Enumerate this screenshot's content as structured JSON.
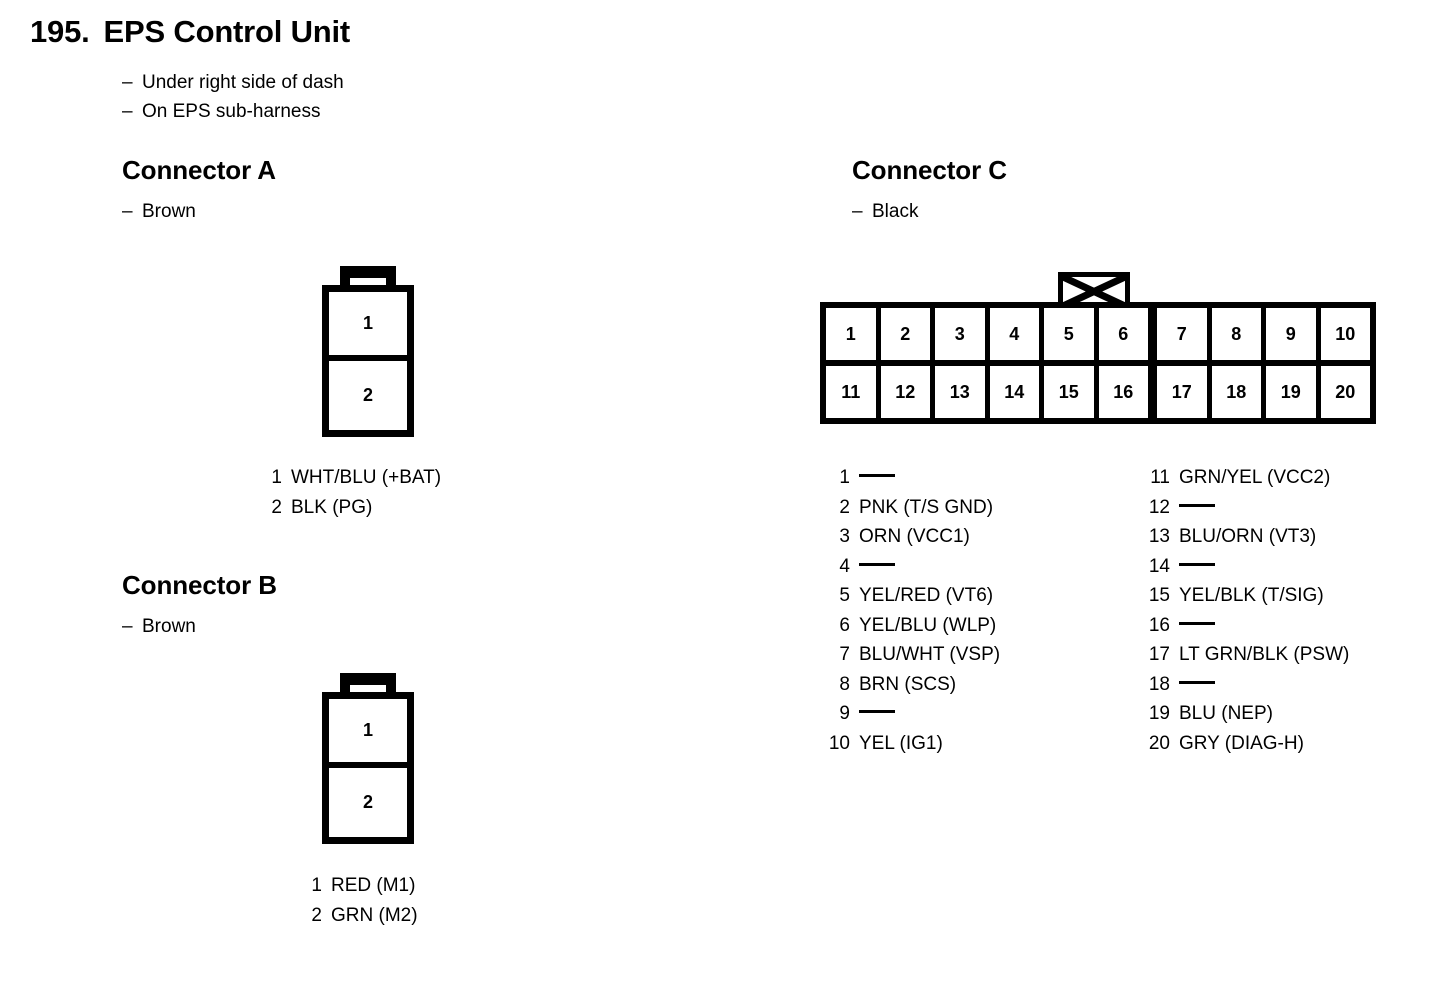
{
  "header": {
    "number": "195.",
    "title": "EPS Control Unit",
    "notes": [
      "Under right side of dash",
      "On EPS sub-harness"
    ],
    "dash": "–"
  },
  "connectors": [
    {
      "id": "a",
      "title": "Connector A",
      "color": "Brown",
      "cells": [
        "1",
        "2"
      ],
      "pins": [
        {
          "num": "1",
          "desc": "WHT/BLU (+BAT)"
        },
        {
          "num": "2",
          "desc": "BLK (PG)"
        }
      ]
    },
    {
      "id": "b",
      "title": "Connector B",
      "color": "Brown",
      "cells": [
        "1",
        "2"
      ],
      "pins": [
        {
          "num": "1",
          "desc": "RED (M1)"
        },
        {
          "num": "2",
          "desc": "GRN (M2)"
        }
      ]
    },
    {
      "id": "c",
      "title": "Connector C",
      "color": "Black",
      "cells_top": [
        "1",
        "2",
        "3",
        "4",
        "5",
        "6",
        "7",
        "8",
        "9",
        "10"
      ],
      "cells_bottom": [
        "11",
        "12",
        "13",
        "14",
        "15",
        "16",
        "17",
        "18",
        "19",
        "20"
      ],
      "pins_left": [
        {
          "num": "1",
          "desc": ""
        },
        {
          "num": "2",
          "desc": "PNK (T/S GND)"
        },
        {
          "num": "3",
          "desc": "ORN (VCC1)"
        },
        {
          "num": "4",
          "desc": ""
        },
        {
          "num": "5",
          "desc": "YEL/RED (VT6)"
        },
        {
          "num": "6",
          "desc": "YEL/BLU (WLP)"
        },
        {
          "num": "7",
          "desc": "BLU/WHT (VSP)"
        },
        {
          "num": "8",
          "desc": "BRN (SCS)"
        },
        {
          "num": "9",
          "desc": ""
        },
        {
          "num": "10",
          "desc": "YEL (IG1)"
        }
      ],
      "pins_right": [
        {
          "num": "11",
          "desc": "GRN/YEL (VCC2)"
        },
        {
          "num": "12",
          "desc": ""
        },
        {
          "num": "13",
          "desc": "BLU/ORN (VT3)"
        },
        {
          "num": "14",
          "desc": ""
        },
        {
          "num": "15",
          "desc": "YEL/BLK (T/SIG)"
        },
        {
          "num": "16",
          "desc": ""
        },
        {
          "num": "17",
          "desc": "LT GRN/BLK (PSW)"
        },
        {
          "num": "18",
          "desc": ""
        },
        {
          "num": "19",
          "desc": "BLU (NEP)"
        },
        {
          "num": "20",
          "desc": "GRY (DIAG-H)"
        }
      ]
    }
  ],
  "colors": {
    "ink": "#000000",
    "page": "#ffffff"
  }
}
